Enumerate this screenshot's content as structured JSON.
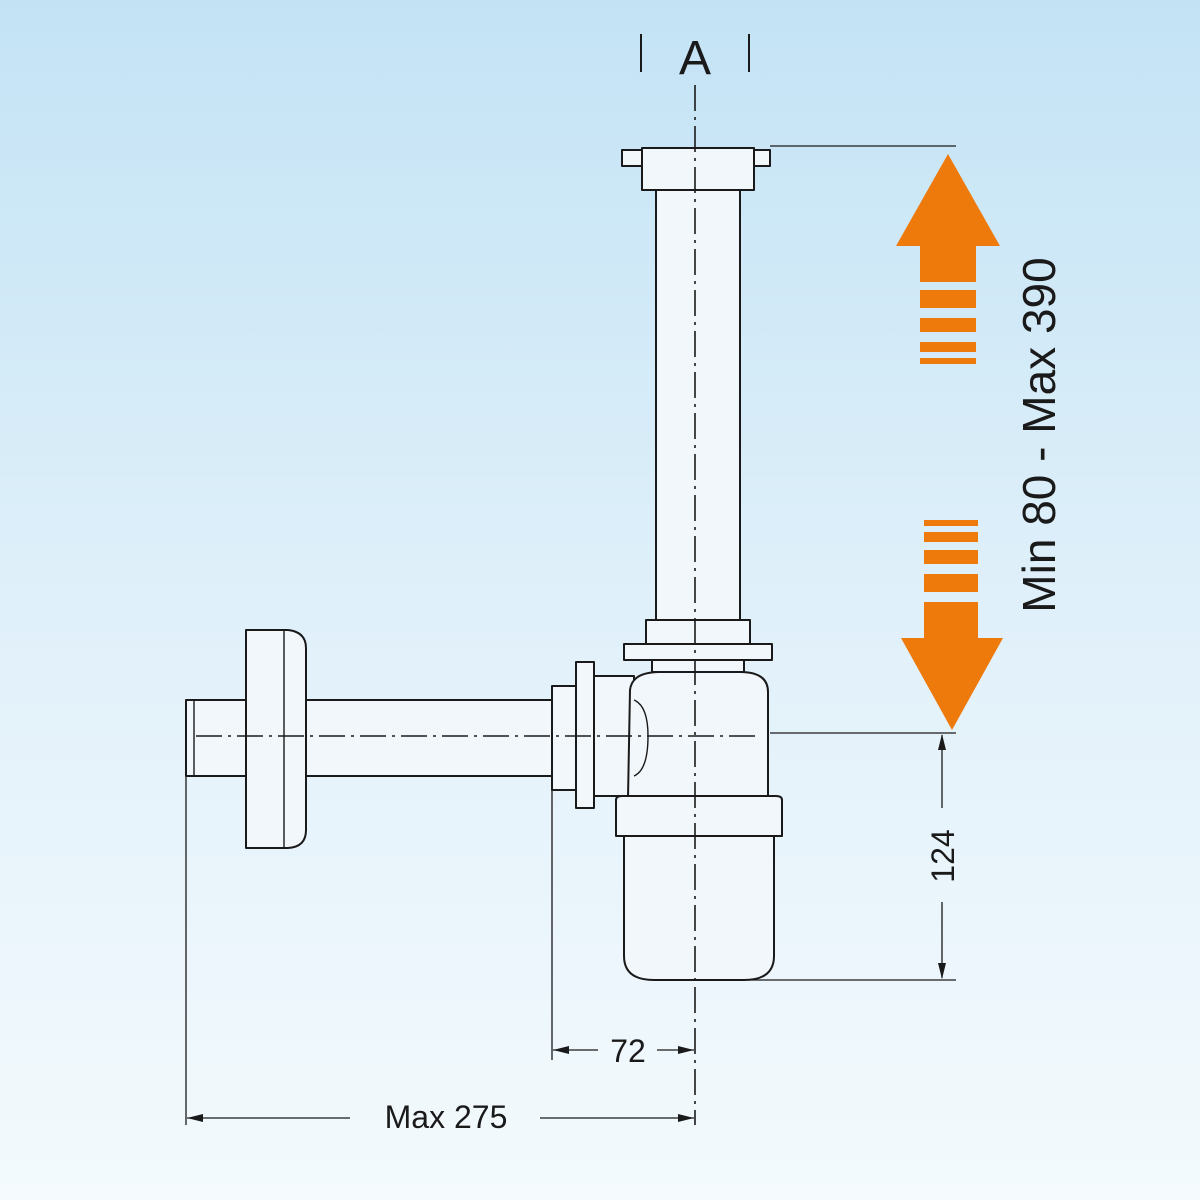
{
  "diagram": {
    "section_label": "A",
    "height_range_label": "Min 80 - Max 390",
    "trap_height_label": "124",
    "offset_label": "72",
    "max_reach_label": "Max 275",
    "colors": {
      "background_top": "#c3e3f5",
      "background_bottom": "#f4fafd",
      "line": "#1a1a1a",
      "arrow": "#ee7a0c"
    }
  }
}
